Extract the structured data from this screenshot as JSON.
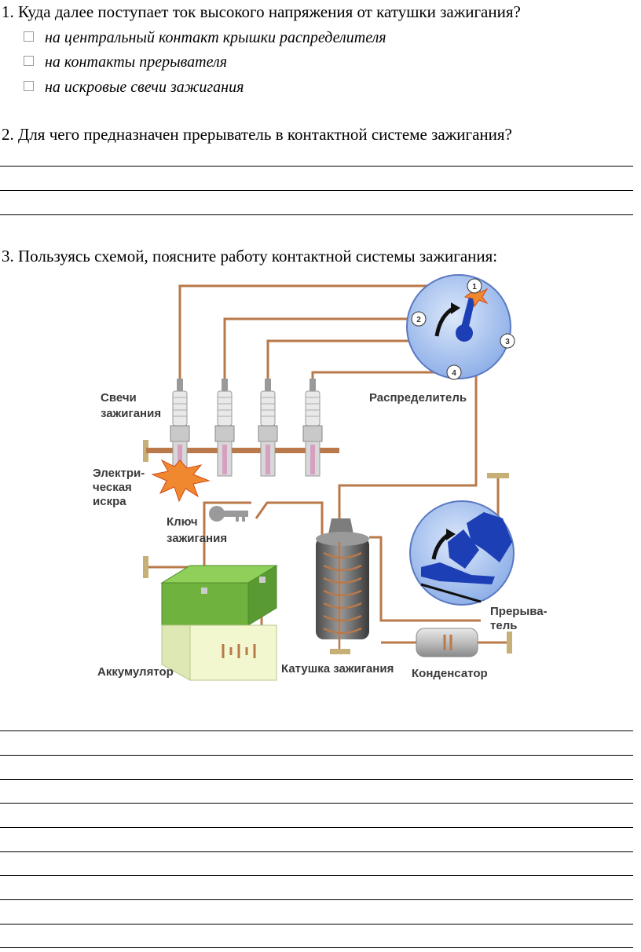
{
  "q1": {
    "question": "1. Куда далее поступает ток высокого напряжения от катушки зажигания?",
    "options": [
      "на центральный контакт крышки распределителя",
      "на контакты прерывателя",
      "на искровые свечи зажигания"
    ]
  },
  "q2": {
    "question": "2. Для чего предназначен прерыватель в контактной системе зажигания?"
  },
  "q3": {
    "question": "3. Пользуясь схемой, поясните работу контактной системы зажигания:"
  },
  "diagram": {
    "labels": {
      "spark_plugs_1": "Свечи",
      "spark_plugs_2": "зажигания",
      "distributor": "Распределитель",
      "spark_1": "Электри-",
      "spark_2": "ческая",
      "spark_3": "искра",
      "key_1": "Ключ",
      "key_2": "зажигания",
      "battery": "Аккумулятор",
      "coil": "Катушка зажигания",
      "capacitor": "Конденсатор",
      "breaker_1": "Прерыва-",
      "breaker_2": "тель"
    },
    "contacts": [
      "1",
      "2",
      "3",
      "4"
    ]
  },
  "colors": {
    "wire": "#b9794a",
    "disc": "#a7c3ef",
    "disc_edge": "#5b79c2",
    "rotor": "#1d3fb5",
    "battery": "#7cc24a"
  }
}
